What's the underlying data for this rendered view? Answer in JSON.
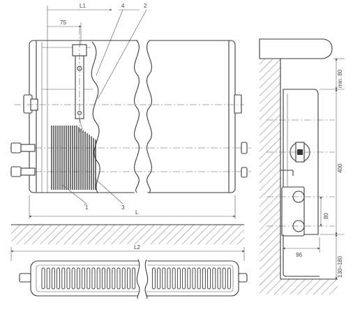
{
  "labels": {
    "l1": "L1",
    "d75": "75",
    "n4": "4",
    "n2": "2",
    "n1": "1",
    "n3": "3",
    "L": "L",
    "L2": "L2",
    "min80": "min. 80",
    "d400": "400",
    "d80": "80",
    "d96": "96",
    "d130_180": "130÷180"
  },
  "colors": {
    "line": "#3a3a3a",
    "hatch": "#666666"
  },
  "icons": {
    "pipe_connection": "circle-pipe-icon",
    "vent_knob": "valve-knob-icon"
  }
}
